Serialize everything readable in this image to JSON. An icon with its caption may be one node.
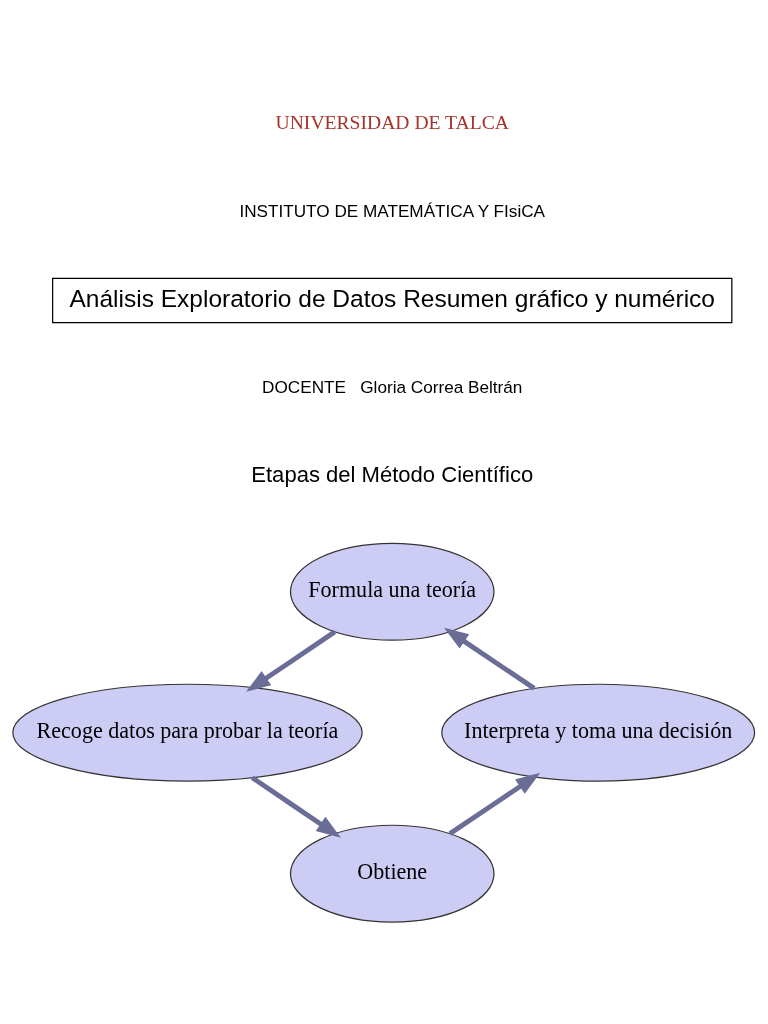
{
  "diagram": {
    "nodes": [
      {
        "text": [
          "Análisis Exploratorio de Datos Resumen gráfico y numérico"
        ]
      },
      {
        "text": [
          "Formula una teoría"
        ]
      },
      {
        "text": [
          "Recoge datos para probar la teoría"
        ]
      },
      {
        "text": [
          "Obtiene"
        ]
      },
      {
        "text": [
          "Interpreta y toma una decisión"
        ]
      }
    ],
    "edges": [
      {
        "from": 1,
        "to": 2,
        "arrow": "to"
      },
      {
        "from": 2,
        "to": 3,
        "arrow": "to"
      },
      {
        "from": 3,
        "to": 4,
        "arrow": "to"
      },
      {
        "from": 4,
        "to": 1,
        "arrow": "to"
      }
    ],
    "labels": [
      "UNIVERSIDAD DE TALCA",
      "INSTITUTO DE MATEMÁTICA Y FIsiCA",
      "DOCENTE   Gloria Correa Beltrán",
      "Etapas del Método Científico"
    ]
  }
}
